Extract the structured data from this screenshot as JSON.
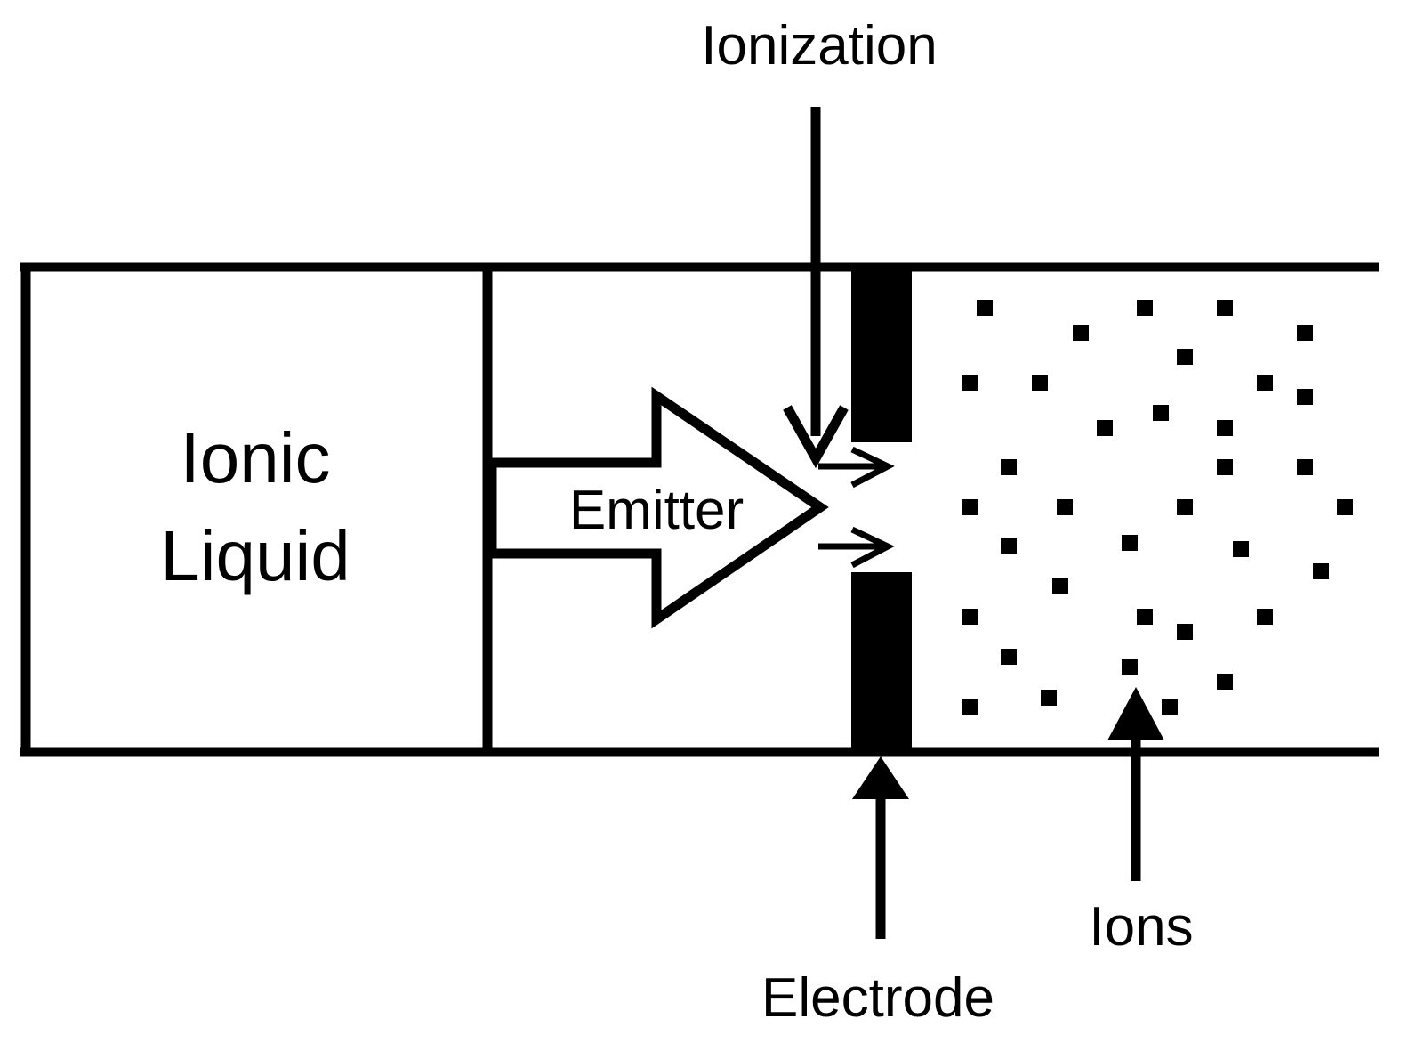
{
  "labels": {
    "ionization": "Ionization",
    "ionic_liquid_line1": "Ionic",
    "ionic_liquid_line2": "Liquid",
    "emitter": "Emitter",
    "electrode": "Electrode",
    "ions": "Ions"
  },
  "colors": {
    "stroke": "#000000",
    "fill": "#ffffff"
  }
}
